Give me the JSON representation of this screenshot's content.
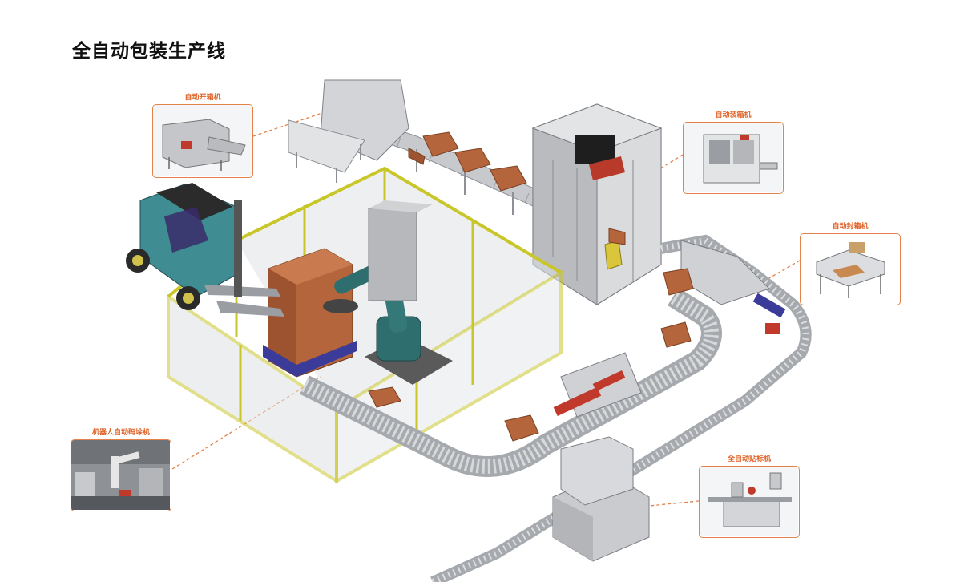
{
  "title": "全自动包装生产线",
  "colors": {
    "accent": "#e0642a",
    "frame": "#e3824a",
    "fence": "#c9c62a",
    "box": "#b5653c",
    "machine": "#cfd1d4",
    "robot": "#2f6e6e",
    "forklift": "#3f8c92"
  },
  "callouts": [
    {
      "id": "carton-erector",
      "label": "自动开箱机"
    },
    {
      "id": "case-packer",
      "label": "自动装箱机"
    },
    {
      "id": "case-sealer",
      "label": "自动封箱机"
    },
    {
      "id": "robot-palletizer",
      "label": "机器人自动码垛机"
    },
    {
      "id": "labeler",
      "label": "全自动贴标机"
    }
  ]
}
